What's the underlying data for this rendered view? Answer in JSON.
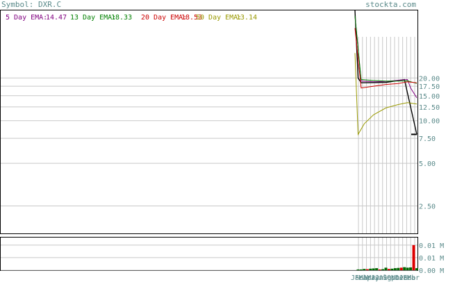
{
  "header": {
    "symbol_label": "Symbol: DXR.C",
    "site": "stockta.com"
  },
  "colors": {
    "ema5": "#800080",
    "ema13": "#008000",
    "ema20": "#cc0000",
    "ema50": "#999900",
    "price": "#000000",
    "grid": "#c8c8c8",
    "axis_text": "#5a8a8a",
    "vol_up": "#006600",
    "vol_down": "#dd0000"
  },
  "chart_data": {
    "type": "line",
    "title": "",
    "legend": [
      {
        "key": "ema5",
        "label": "5 Day EMA:",
        "value": "14.47"
      },
      {
        "key": "ema13",
        "label": "13 Day EMA:",
        "value": "18.33"
      },
      {
        "key": "ema20",
        "label": "20 Day EMA:",
        "value": "18.53"
      },
      {
        "key": "ema50",
        "label": "50 Day EMA:",
        "value": "13.14"
      }
    ],
    "price_axis": {
      "scale": "log",
      "ylim": [
        1.6,
        60
      ],
      "ticks": [
        {
          "value": 20.0,
          "label": "20.00"
        },
        {
          "value": 17.5,
          "label": "17.50"
        },
        {
          "value": 15.0,
          "label": "15.00"
        },
        {
          "value": 12.5,
          "label": "12.50"
        },
        {
          "value": 10.0,
          "label": "10.00"
        },
        {
          "value": 7.5,
          "label": "7.50"
        },
        {
          "value": 5.0,
          "label": "5.00"
        },
        {
          "value": 2.5,
          "label": "2.50"
        }
      ],
      "grid": true
    },
    "volume_axis": {
      "ylim": [
        0,
        0.013
      ],
      "ticks": [
        {
          "value": 0.01,
          "label": "0.01 M"
        },
        {
          "value": 0.005,
          "label": "0.01 M"
        },
        {
          "value": 0.0,
          "label": "0.00 M"
        }
      ]
    },
    "x_axis": {
      "labels": [
        "Jan",
        "Feb",
        "Mar",
        "Apr",
        "May",
        "Jun",
        "Jul",
        "Aug",
        "Sep",
        "Oct",
        "Nov",
        "Dec",
        "Jan",
        "Feb",
        "Mar"
      ]
    },
    "series": [
      {
        "key": "price",
        "x": [
          0,
          1,
          2,
          10,
          14,
          16,
          20
        ],
        "values": [
          60,
          20,
          18.5,
          18.6,
          19.2,
          19.5,
          8.0
        ]
      },
      {
        "key": "ema5",
        "x": [
          0,
          2,
          6,
          10,
          14,
          17,
          18,
          20
        ],
        "values": [
          55,
          19.0,
          18.8,
          18.9,
          19.3,
          19.5,
          17.0,
          14.5
        ]
      },
      {
        "key": "ema13",
        "x": [
          0,
          2,
          6,
          10,
          14,
          17,
          20
        ],
        "values": [
          55,
          19.5,
          19.2,
          19.0,
          19.0,
          19.1,
          18.3
        ]
      },
      {
        "key": "ema20",
        "x": [
          0,
          2,
          6,
          10,
          14,
          17,
          20
        ],
        "values": [
          45,
          17.0,
          17.5,
          18.0,
          18.3,
          18.8,
          18.5
        ]
      },
      {
        "key": "ema50",
        "x": [
          0,
          1,
          3,
          6,
          10,
          14,
          17,
          20
        ],
        "values": [
          30,
          8.0,
          9.5,
          11.0,
          12.3,
          13.0,
          13.4,
          13.1
        ]
      }
    ],
    "volume": {
      "x": [
        1,
        2,
        3,
        4,
        5,
        6,
        7,
        8,
        9,
        10,
        11,
        12,
        13,
        14,
        15,
        16,
        17,
        18,
        19,
        20
      ],
      "values": [
        0.0003,
        0.0003,
        0.0005,
        0.0004,
        0.0006,
        0.0007,
        0.0008,
        0.0003,
        0.0004,
        0.001,
        0.0005,
        0.0006,
        0.0008,
        0.0009,
        0.001,
        0.0012,
        0.001,
        0.0011,
        0.01,
        0.0008
      ],
      "up": [
        true,
        true,
        true,
        false,
        true,
        true,
        true,
        false,
        true,
        true,
        false,
        true,
        true,
        true,
        false,
        true,
        true,
        true,
        false,
        true
      ]
    }
  }
}
